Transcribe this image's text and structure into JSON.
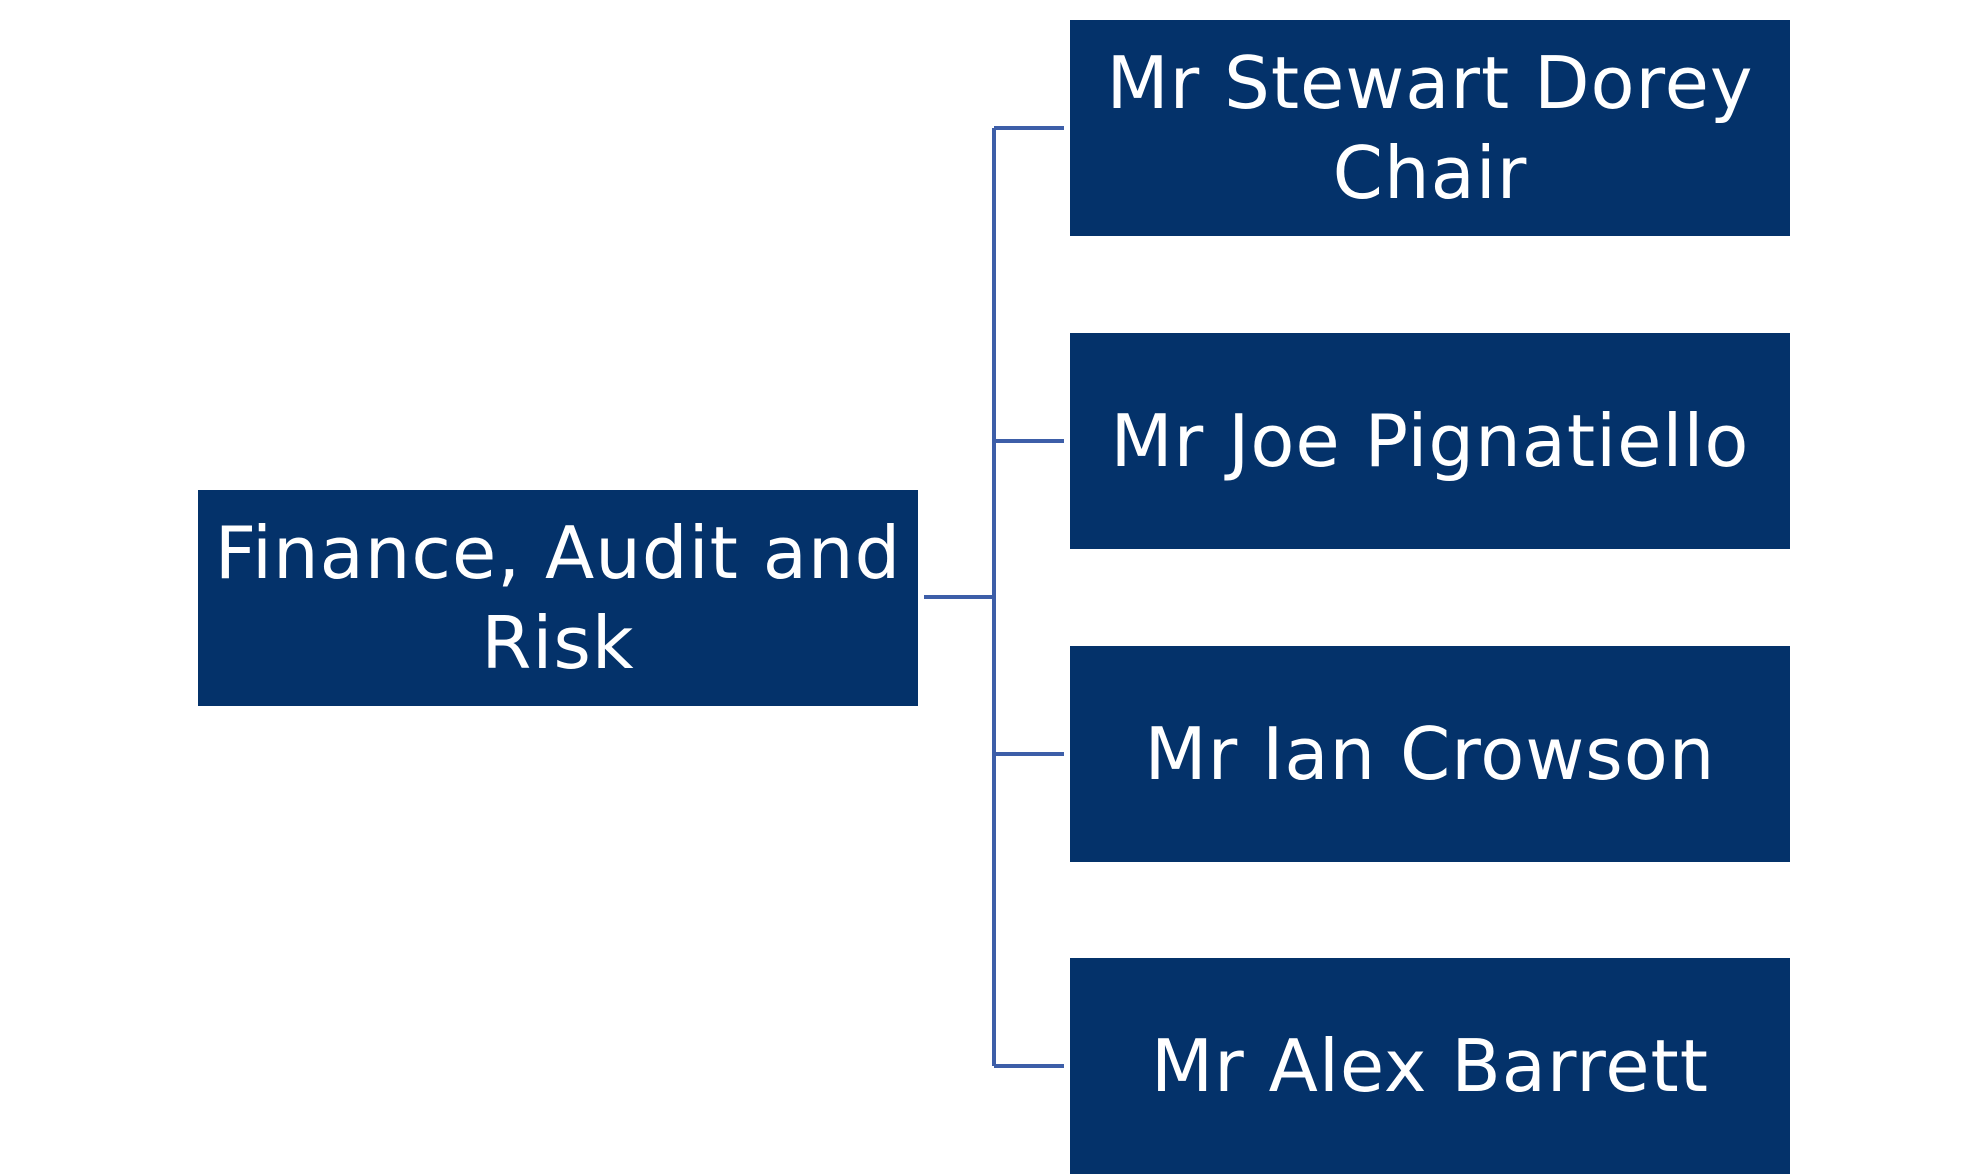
{
  "root": {
    "lines": [
      "Finance, Audit and",
      "Risk"
    ]
  },
  "members": [
    {
      "lines": [
        "Mr Stewart Dorey",
        "Chair"
      ]
    },
    {
      "lines": [
        "Mr Joe Pignatiello"
      ]
    },
    {
      "lines": [
        "Mr Ian Crowson"
      ]
    },
    {
      "lines": [
        "Mr Alex Barrett"
      ]
    }
  ],
  "colors": {
    "box_fill": "#04326a",
    "box_text": "#ffffff",
    "connector": "#3d5ea8"
  }
}
